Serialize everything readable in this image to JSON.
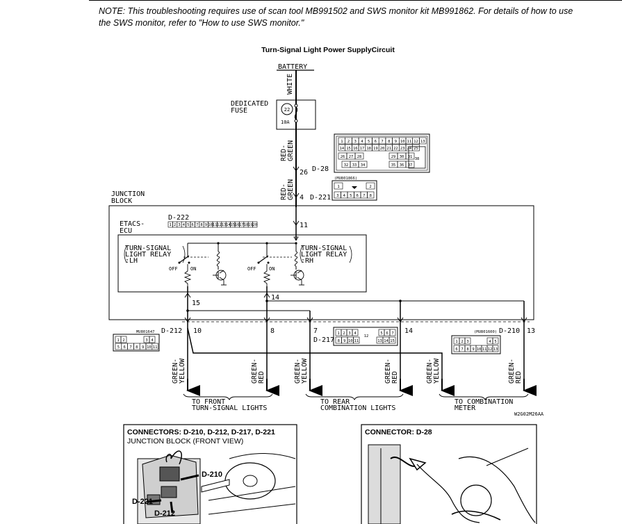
{
  "note": "NOTE: This troubleshooting requires use of scan tool MB991502 and SWS monitor kit MB991862. For details of how to use the SWS monitor, refer to \"How to use SWS monitor.\"",
  "diagram": {
    "title": "Turn-Signal Light Power SupplyCircuit",
    "battery": "BATTERY",
    "wire_white": "WHITE",
    "dedicated_fuse_line1": "DEDICATED",
    "dedicated_fuse_line2": "FUSE",
    "fuse_number": "22",
    "fuse_rating": "10A",
    "wire_red_green_1a": "RED-",
    "wire_red_green_1b": "GREEN",
    "wire_red_green_2a": "RED-",
    "wire_red_green_2b": "GREEN",
    "pin_26": "26",
    "conn_d28": "D-28",
    "pin_4": "4",
    "conn_d221": "D-221",
    "part_d221": "(MU801866)",
    "junction_block_1": "JUNCTION",
    "junction_block_2": "BLOCK",
    "etacs_1": "ETACS-",
    "etacs_2": "ECU",
    "conn_d222": "D-222",
    "pin_11": "11",
    "relay_lh_1": "TURN-SIGNAL",
    "relay_lh_2": "LIGHT RELAY",
    "relay_lh_3": ":LH",
    "relay_rh_1": "TURN-SIGNAL",
    "relay_rh_2": "LIGHT RELAY",
    "relay_rh_3": ":RH",
    "off_label": "OFF",
    "on_label": "ON",
    "pin_15": "15",
    "pin_14": "14",
    "part_d212": "MU801647",
    "conn_d212": "D-212",
    "pin_10": "10",
    "pin_8": "8",
    "pin_7": "7",
    "conn_d217": "D-217",
    "pin_14b": "14",
    "part_d210": "(MU801600)",
    "conn_d210": "D-210",
    "pin_13": "13",
    "wires_bottom": [
      {
        "a": "GREEN-",
        "b": "YELLOW"
      },
      {
        "a": "GREEN-",
        "b": "RED"
      },
      {
        "a": "GREEN-",
        "b": "YELLOW"
      },
      {
        "a": "GREEN-",
        "b": "RED"
      },
      {
        "a": "GREEN-",
        "b": "YELLOW"
      },
      {
        "a": "GREEN-",
        "b": "RED"
      }
    ],
    "dest_front_1": "TO FRONT",
    "dest_front_2": "TURN-SIGNAL LIGHTS",
    "dest_rear_1": "TO REAR",
    "dest_rear_2": "COMBINATION LIGHTS",
    "dest_meter_1": "TO COMBINATION",
    "dest_meter_2": "METER",
    "figure_code": "W2G02M26AA"
  },
  "d222_pins": [
    "1",
    "2",
    "3",
    "4",
    "5",
    "6",
    "7",
    "8",
    "9",
    "10",
    "11",
    "12",
    "13",
    "14",
    "15",
    "16",
    "17",
    "18",
    "19",
    "20"
  ],
  "d221_pins_top": [
    "1",
    "2"
  ],
  "d221_pins_bottom": [
    "3",
    "4",
    "5",
    "6",
    "7",
    "8"
  ],
  "d212_pins_top": [
    "1",
    "2",
    "3",
    "4"
  ],
  "d212_pins_bottom": [
    "5",
    "6",
    "7",
    "8",
    "9",
    "10",
    "11"
  ],
  "d217_pins_top": [
    "1",
    "2",
    "3",
    "4",
    "5",
    "6",
    "7"
  ],
  "d217_pins_mid": "12",
  "d217_pins_bottom": [
    "8",
    "9",
    "10",
    "11",
    "13",
    "14",
    "15"
  ],
  "d210_pins_top": [
    "1",
    "2",
    "3",
    "4",
    "5"
  ],
  "d210_pins_bottom": [
    "6",
    "7",
    "8",
    "9",
    "10",
    "11",
    "12",
    "13"
  ],
  "d28_row1": [
    "1",
    "2",
    "3",
    "4",
    "5",
    "6",
    "7",
    "8",
    "9",
    "10",
    "11",
    "12",
    "13"
  ],
  "d28_row2": [
    "14",
    "15",
    "16",
    "17",
    "18",
    "19",
    "20",
    "21",
    "22",
    "23",
    "24",
    "25"
  ],
  "d28_row3": [
    "26",
    "27",
    "28",
    "29",
    "30",
    "31"
  ],
  "d28_row4": [
    "32",
    "33",
    "34",
    "35",
    "36",
    "37"
  ],
  "d28_side": "38",
  "photo_left": {
    "title_1": "CONNECTORS: D-210, D-212, D-217, D-221",
    "title_2": "JUNCTION BLOCK (FRONT VIEW)",
    "callout_d210": "D-210",
    "callout_d221": "D-221",
    "callout_d212": "D-212"
  },
  "photo_right": {
    "title": "CONNECTOR: D-28"
  }
}
